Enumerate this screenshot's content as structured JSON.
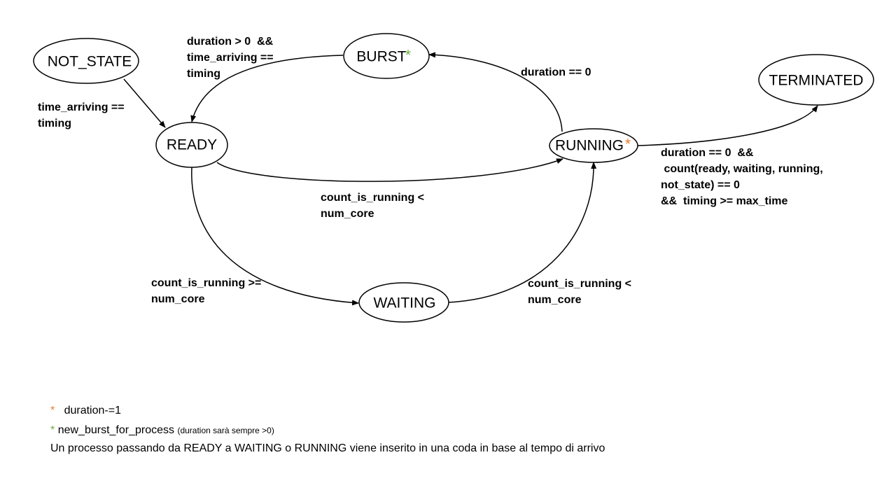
{
  "colors": {
    "running_marker": "#ED7D31",
    "burst_marker": "#70AD47",
    "line": "#000000"
  },
  "states": {
    "not_state": "NOT_STATE",
    "ready": "READY",
    "burst": "BURST",
    "burst_marker": "*",
    "running": "RUNNING",
    "running_marker": "*",
    "waiting": "WAITING",
    "terminated": "TERMINATED"
  },
  "transitions": {
    "not_state_to_ready": [
      "time_arriving ==",
      "timing"
    ],
    "burst_to_ready": [
      "duration > 0  &&",
      "time_arriving ==",
      "timing"
    ],
    "running_to_burst": [
      "duration == 0"
    ],
    "ready_to_running": [
      "count_is_running <",
      "num_core"
    ],
    "ready_to_waiting": [
      "count_is_running >=",
      "num_core"
    ],
    "waiting_to_running": [
      "count_is_running <",
      "num_core"
    ],
    "running_to_terminated": [
      "duration == 0  &&",
      " count(ready, waiting, running,",
      "not_state) == 0",
      "&&  timing >= max_time"
    ]
  },
  "legend": {
    "running_marker": "*",
    "running_note": "duration-=1",
    "burst_marker": "*",
    "burst_note": "new_burst_for_process",
    "burst_note_small": "(duration sarà sempre >0)",
    "footer": "Un processo passando da READY a WAITING o RUNNING viene inserito in una coda in base al tempo di arrivo"
  }
}
